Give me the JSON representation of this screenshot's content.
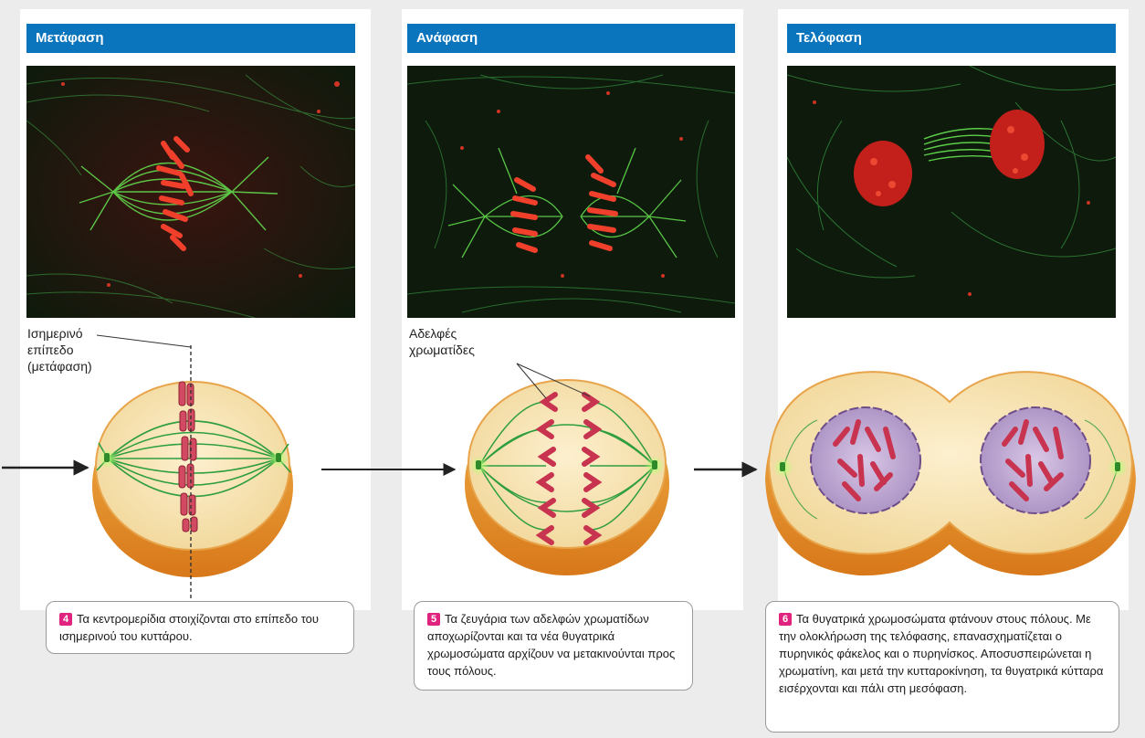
{
  "stages": [
    {
      "title": "Μετάφαση",
      "annotation": "Ισημερινό\nεπίπεδο\n(μετάφαση)",
      "step": "4",
      "caption": "Τα κεντρομερίδια στοιχίζονται στο επίπεδο του ισημερινού του κυττάρου."
    },
    {
      "title": "Ανάφαση",
      "annotation": "Αδελφές\nχρωματίδες",
      "step": "5",
      "caption": "Τα ζευγάρια των αδελφών χρωματίδων αποχωρίζονται και τα νέα θυγατρικά χρωμοσώματα αρχίζουν να μετακινούνται προς τους πόλους."
    },
    {
      "title": "Τελόφαση",
      "step": "6",
      "caption": "Τα θυγατρικά χρωμοσώματα φτάνουν στους πόλους. Με την ολοκλήρωση της τελόφασης, επανασχηματίζεται ο πυρηνικός φάκελος και ο πυρηνίσκος. Αποσυσπειρώνεται η χρωματίνη, και μετά την κυτταροκίνηση, τα θυγατρικά κύτταρα εισέρχονται και πάλι στη μεσόφαση."
    }
  ],
  "colors": {
    "header": "#0a74bd",
    "step_badge": "#e0237f",
    "cytoplasm": "#f7e2b0",
    "cell_rim": "#e9972a",
    "spindle": "#2e9e3e",
    "chromosome": "#d24a62",
    "nucleus": "#b8a0cc"
  }
}
